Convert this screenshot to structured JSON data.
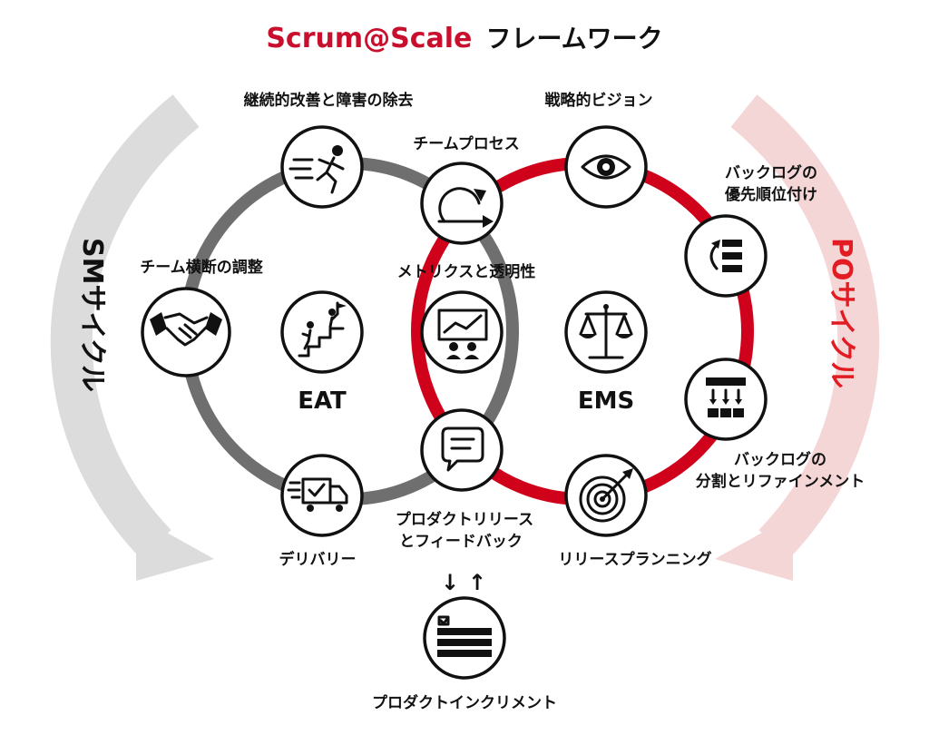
{
  "title": {
    "brand": "Scrum@Scale",
    "rest": "フレームワーク"
  },
  "colors": {
    "brand_red": "#c8102e",
    "sm_ring": "#6f6f6f",
    "po_ring": "#d0021b",
    "sm_arrow": "#dcdcdc",
    "po_arrow": "#f5d6d6",
    "po_text": "#e31b23",
    "sm_text": "#111111"
  },
  "cycles": {
    "sm": "SMサイクル",
    "po": "POサイクル",
    "left_core": "EAT",
    "right_core": "EMS"
  },
  "nodes": {
    "continuous_improvement": {
      "label": "継続的改善と障害の除去",
      "icon": "running-person-icon"
    },
    "cross_team": {
      "label": "チーム横断の調整",
      "icon": "handshake-icon"
    },
    "delivery": {
      "label": "デリバリー",
      "icon": "delivery-truck-icon"
    },
    "team_process": {
      "label": "チームプロセス",
      "icon": "scrum-cycle-icon"
    },
    "metrics": {
      "label": "メトリクスと透明性",
      "icon": "presentation-chart-icon"
    },
    "feedback": {
      "label_line1": "プロダクトリリース",
      "label_line2": "とフィードバック",
      "icon": "speech-bubble-icon"
    },
    "eat": {
      "icon": "climbing-stairs-icon"
    },
    "ems": {
      "icon": "balance-scale-icon"
    },
    "vision": {
      "label": "戦略的ビジョン",
      "icon": "eye-icon"
    },
    "prioritization": {
      "label_line1": "バックログの",
      "label_line2": "優先順位付け",
      "icon": "priority-list-icon"
    },
    "decomposition": {
      "label_line1": "バックログの",
      "label_line2": "分割とリファインメント",
      "icon": "backlog-split-icon"
    },
    "release_planning": {
      "label": "リリースプランニング",
      "icon": "target-icon"
    },
    "increment": {
      "label": "プロダクトインクリメント",
      "icon": "increment-list-icon"
    }
  },
  "arrows": {
    "down": "↓",
    "up": "↑"
  }
}
